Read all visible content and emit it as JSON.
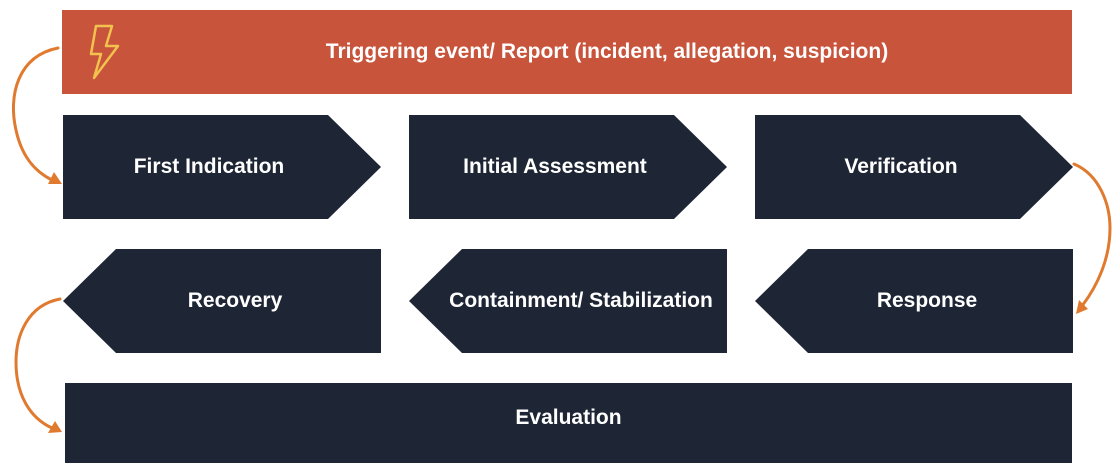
{
  "banner": {
    "icon": "lightning-bolt-icon",
    "label": "Triggering event/ Report (incident, allegation, suspicion)",
    "color": "#c8543b"
  },
  "row1": [
    {
      "label": "First Indication"
    },
    {
      "label": "Initial Assessment"
    },
    {
      "label": "Verification"
    }
  ],
  "row2": [
    {
      "label": "Recovery"
    },
    {
      "label": "Containment/ Stabilization"
    },
    {
      "label": "Response"
    }
  ],
  "evaluation": {
    "label": "Evaluation"
  },
  "colors": {
    "box": "#1e2535",
    "connector": "#e07a2f",
    "bolt": "#f2c14e"
  }
}
